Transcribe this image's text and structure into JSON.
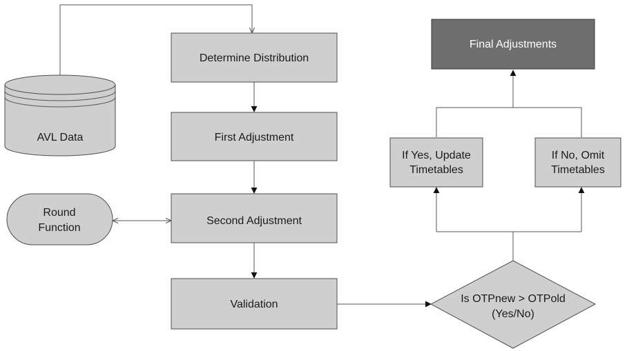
{
  "nodes": {
    "avl_data": "AVL Data",
    "determine_distribution": "Determine Distribution",
    "first_adjustment": "First Adjustment",
    "round_function_line1": "Round",
    "round_function_line2": "Function",
    "second_adjustment": "Second Adjustment",
    "validation": "Validation",
    "decision_line1": "Is OTPnew > OTPold",
    "decision_line2": "(Yes/No)",
    "yes_line1": "If Yes, Update",
    "yes_line2": "Timetables",
    "no_line1": "If No, Omit",
    "no_line2": "Timetables",
    "final_adjustments": "Final Adjustments"
  },
  "colors": {
    "box_fill": "#cfcfcf",
    "final_box_fill": "#6e6e6e",
    "stroke": "#4d4d4d"
  }
}
